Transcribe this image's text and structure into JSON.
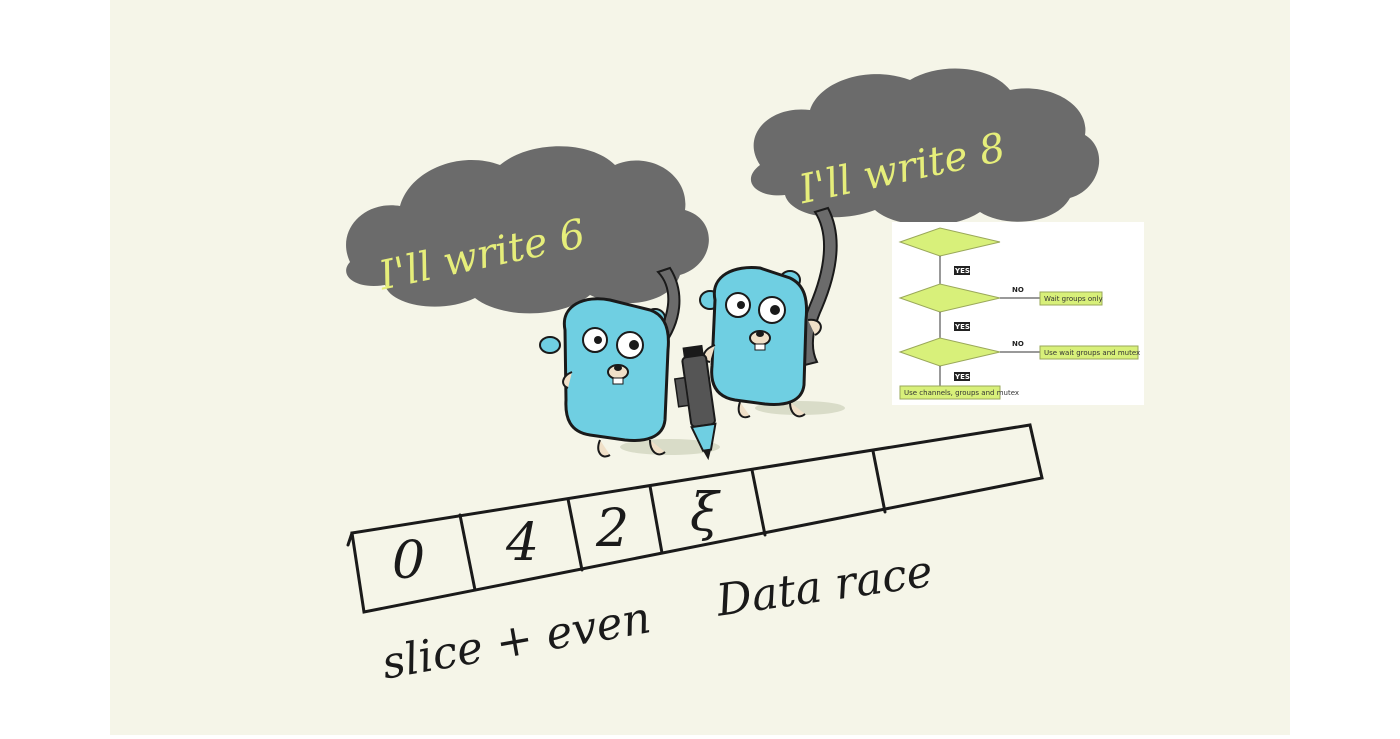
{
  "clouds": {
    "left_text": "I'll write 6",
    "right_text": "I'll write 8"
  },
  "slice": {
    "cells": [
      "0",
      "4",
      "2",
      "ξ",
      "",
      "",
      ""
    ]
  },
  "labels": {
    "slice_even": "slice + even",
    "data_race": "Data race"
  },
  "flowchart": {
    "decisions": [
      "",
      "",
      ""
    ],
    "yes_labels": [
      "YES",
      "YES",
      "YES"
    ],
    "no_labels": [
      "NO",
      "NO"
    ],
    "outcomes": [
      "Wait groups only",
      "Use wait groups and mutex"
    ],
    "final": "Use channels, groups and mutex",
    "note": ""
  },
  "colors": {
    "canvas": "#f5f5e8",
    "cloud": "#6b6b6b",
    "cloud_text": "#e6ee7a",
    "gopher": "#6fcfe2",
    "gopher_outline": "#1a1a1a",
    "flow_node": "#d8f07a"
  }
}
